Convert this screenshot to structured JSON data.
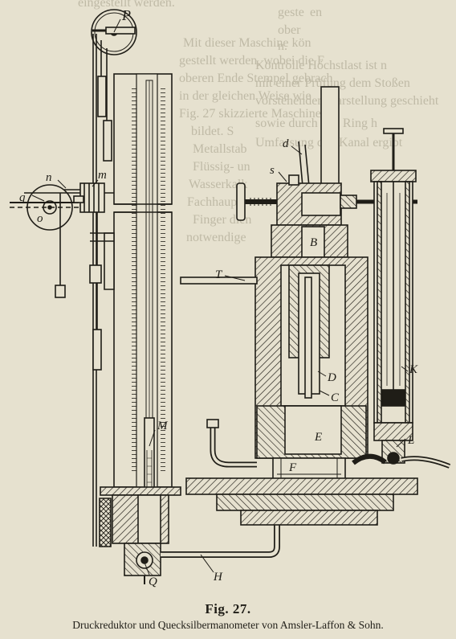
{
  "ghost_text": {
    "lines": [
      "eingestellt werden.",
      "Mit dieser Maschine kön",
      "gestellt werden, wobei die F",
      "oberen Ende Stempel gebrach",
      "in der gleichen Weise wie",
      "Fig. 27 skizzierte Maschine",
      "bildet. S",
      "Metallstab",
      "Flüssig- un",
      "Wasserkalk",
      "Fachhaupt",
      "Finger dien",
      "notwendige"
    ],
    "right_top": [
      "en",
      "geste",
      "ober",
      "n."
    ],
    "right_mid": [
      "Kontrolle Höchstlast ist n",
      "mit einer Prüfung dem Stoßen",
      "vorstehenden Darstellung geschieht",
      "sowie durch den Ring h",
      "Umfassung den Kanal ergibt"
    ]
  },
  "figure_labels": {
    "P": "P",
    "n": "n",
    "m": "m",
    "q": "q",
    "o": "o",
    "M": "M",
    "Q": "Q",
    "H": "H",
    "d": "d",
    "s": "s",
    "B": "B",
    "T": "T",
    "D": "D",
    "C": "C",
    "E": "E",
    "F": "F",
    "K": "K",
    "L": "L"
  },
  "caption": {
    "number": "Fig. 27.",
    "text": "Druckreduktor und Quecksilbermanometer von Amsler-Laffon & Sohn."
  },
  "colors": {
    "paper": "#e6e1cf",
    "ink": "#1f1d17",
    "ghost": "#b3ad99"
  }
}
